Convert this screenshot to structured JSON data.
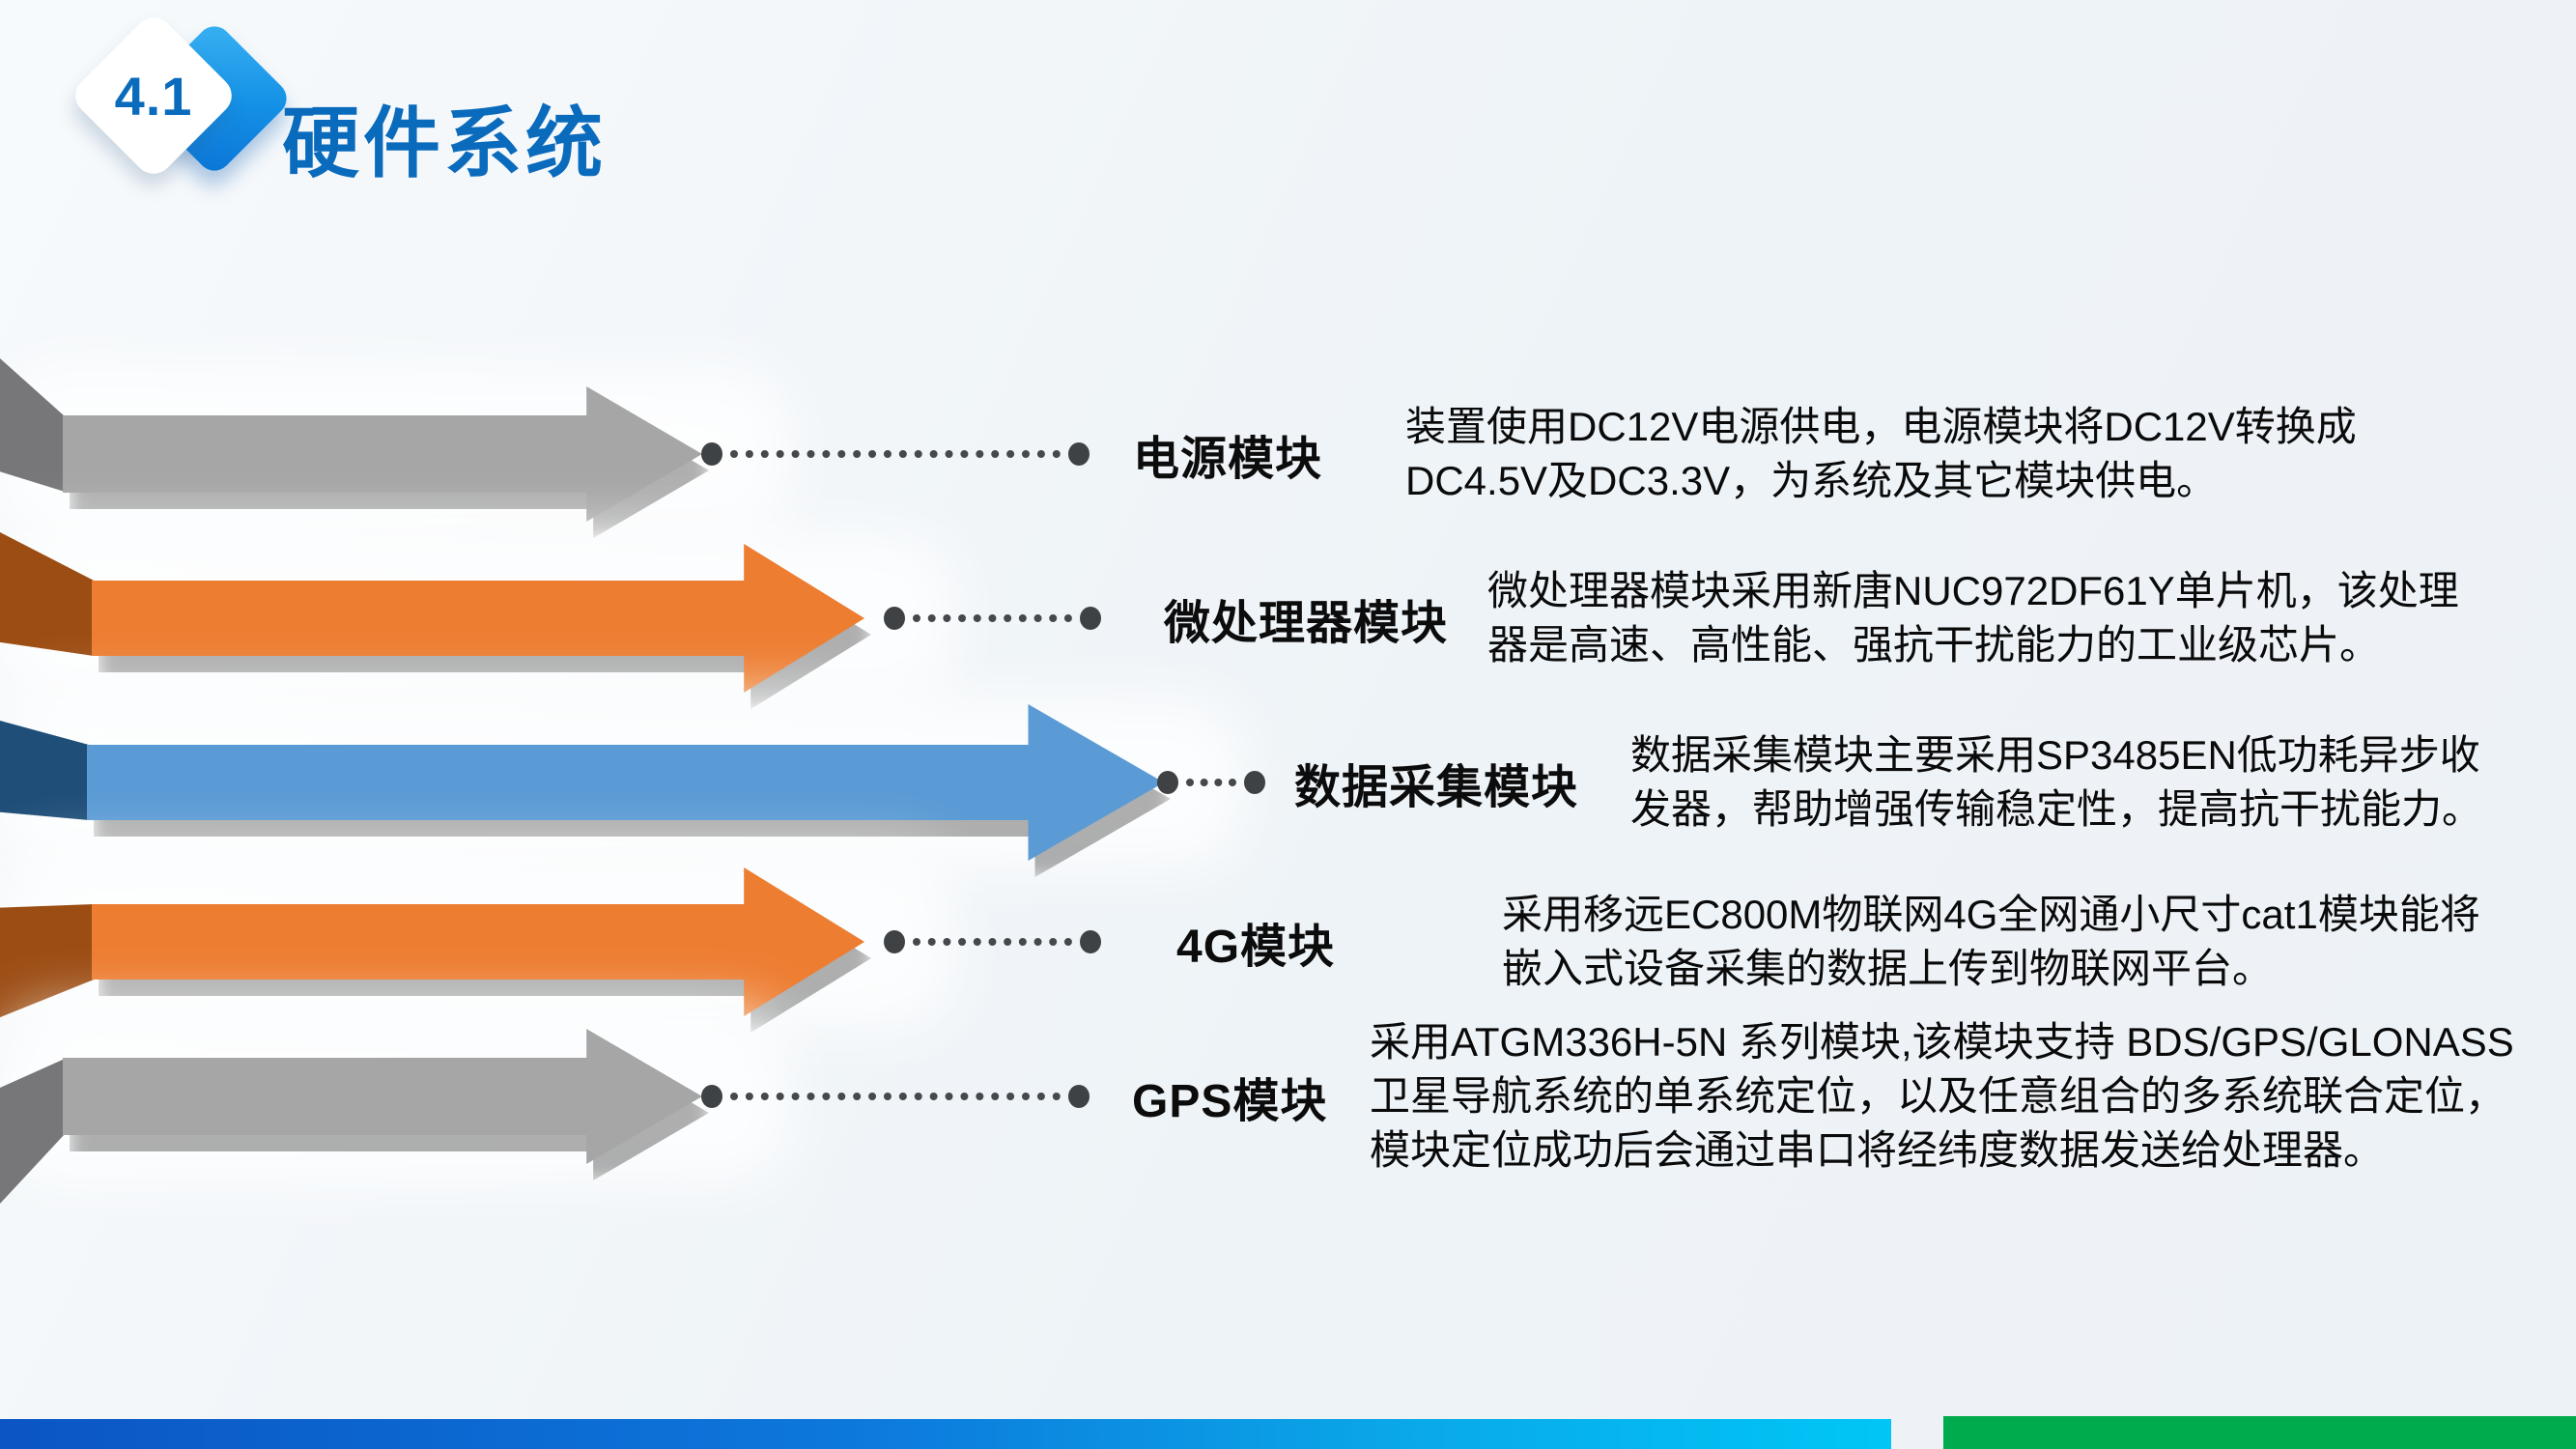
{
  "header": {
    "section_number": "4.1",
    "title": "硬件系统",
    "title_color": "#0a6bbd",
    "badge_blue_color": "#0b74d6"
  },
  "modules": [
    {
      "label": "电源模块",
      "description": "装置使用DC12V电源供电，电源模块将DC12V转换成DC4.5V及DC3.3V，为系统及其它模块供电。",
      "arrow_color": "#a6a6a6",
      "fold_color": "#777779"
    },
    {
      "label": "微处理器模块",
      "description": "微处理器模块采用新唐NUC972DF61Y单片机，该处理器是高速、高性能、强抗干扰能力的工业级芯片。",
      "arrow_color": "#ed7d31",
      "fold_color": "#9c4d13"
    },
    {
      "label": "数据采集模块",
      "description": "数据采集模块主要采用SP3485EN低功耗异步收发器，帮助增强传输稳定性，提高抗干扰能力。",
      "arrow_color": "#5b9bd5",
      "fold_color": "#1f4e79"
    },
    {
      "label": "4G模块",
      "description": "采用移远EC800M物联网4G全网通小尺寸cat1模块能将嵌入式设备采集的数据上传到物联网平台。",
      "arrow_color": "#ed7d31",
      "fold_color": "#9c4d13"
    },
    {
      "label": "GPS模块",
      "description": "采用ATGM336H-5N 系列模块,该模块支持 BDS/GPS/GLONASS卫星导航系统的单系统定位，以及任意组合的多系统联合定位，模块定位成功后会通过串口将经纬度数据发送给处理器。",
      "arrow_color": "#a6a6a6",
      "fold_color": "#777779"
    }
  ],
  "connector": {
    "dot_color": "#46494c"
  },
  "footer": {
    "bar_left_gradient": [
      "#0b55c4",
      "#00c6f6"
    ],
    "bar_right_color": "#00ab4e"
  }
}
